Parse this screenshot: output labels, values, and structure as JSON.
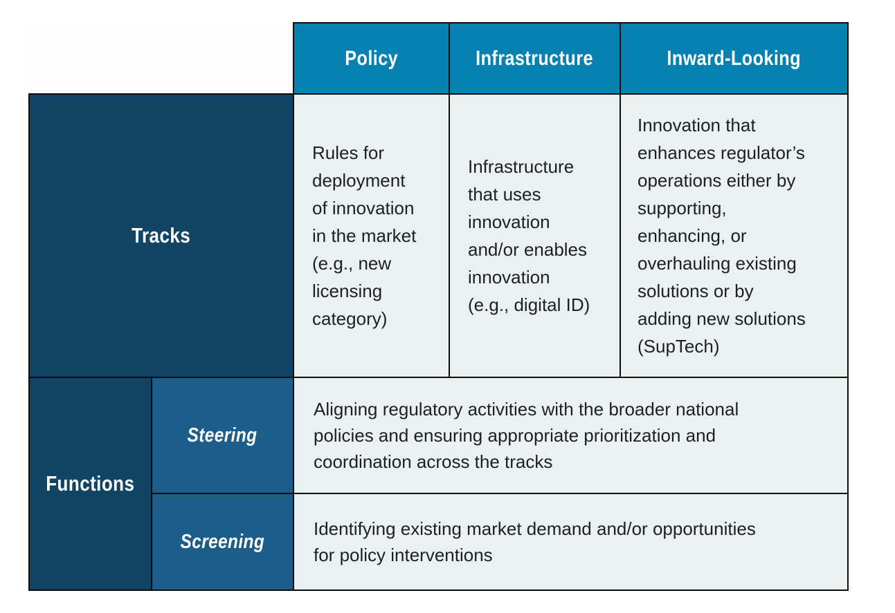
{
  "colors": {
    "header_blue": "#0781b1",
    "dark_navy": "#114465",
    "medium_blue": "#1d5d89",
    "cell_bg": "#ebf1f0",
    "border": "#0d0d0d",
    "text_dark": "#1d2022",
    "text_light": "#ffffff"
  },
  "table": {
    "tracks_label": "Tracks",
    "functions_label": "Functions",
    "columns": [
      {
        "label": "Policy",
        "description": "Rules for\ndeployment\nof innovation\nin the market\n(e.g., new\nlicensing\ncategory)"
      },
      {
        "label": "Infrastructure",
        "description": "Infrastructure\nthat uses\ninnovation\nand/or enables\ninnovation\n(e.g., digital ID)"
      },
      {
        "label": "Inward-Looking",
        "description": "Innovation that\nenhances regulator’s\noperations either by\nsupporting,\nenhancing, or\noverhauling existing\nsolutions or by\nadding new solutions\n(SupTech)"
      }
    ],
    "functions_rows": [
      {
        "label": "Steering",
        "description": "Aligning regulatory activities with the broader national\npolicies and ensuring appropriate prioritization and\ncoordination across the tracks"
      },
      {
        "label": "Screening",
        "description": "Identifying existing market demand and/or opportunities\nfor policy interventions"
      }
    ]
  }
}
